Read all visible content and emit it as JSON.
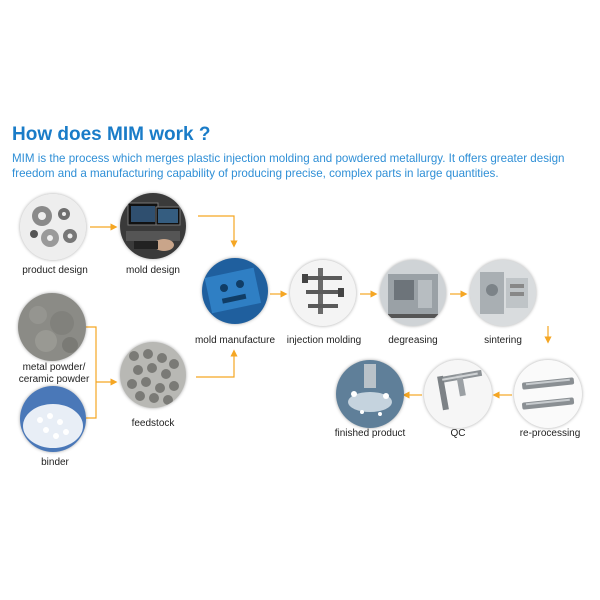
{
  "header": {
    "title": "How does MIM work ?",
    "description": "MIM is the process which merges plastic injection molding and powdered metallurgy. It offers greater design freedom and a manufacturing capability of producing precise, complex parts in large quantities."
  },
  "steps": {
    "product_design": "product design",
    "mold_design": "mold design",
    "metal_powder_line1": "metal powder/",
    "metal_powder_line2": "ceramic powder",
    "binder": "binder",
    "feedstock": "feedstock",
    "mold_manufacture": "mold manufacture",
    "injection_molding": "injection molding",
    "degreasing": "degreasing",
    "sintering": "sintering",
    "re_processing": "re-processing",
    "qc": "QC",
    "finished_product": "finished product"
  },
  "colors": {
    "title": "#1a7cc8",
    "description": "#2f8fd6",
    "arrow": "#f5a623"
  },
  "icons": {
    "product_design": "gears-icon",
    "mold_design": "computer-workstation-icon",
    "metal_powder": "powder-pile-icon",
    "binder": "white-granules-icon",
    "feedstock": "gray-pellets-icon",
    "mold_manufacture": "blue-mold-icon",
    "injection_molding": "molded-parts-icon",
    "degreasing": "furnace-machine-icon",
    "sintering": "sintering-machine-icon",
    "re_processing": "metal-bars-icon",
    "qc": "caliper-icon",
    "finished_product": "machining-splash-icon"
  }
}
